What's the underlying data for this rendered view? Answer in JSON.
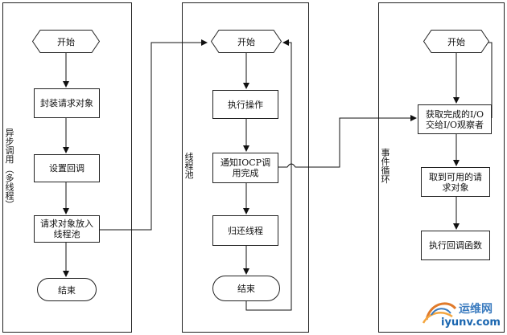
{
  "lanes": {
    "async_call": {
      "label": "异步调用",
      "note": "（多线程）"
    },
    "thread_pool": {
      "label": "线程池"
    },
    "event_loop": {
      "label": "事件循环"
    }
  },
  "lane1": {
    "start": "开始",
    "wrap_request": "封装请求对象",
    "set_callback": "设置回调",
    "put_into_pool": "请求对象放入线程池",
    "end": "结束"
  },
  "lane2": {
    "start": "开始",
    "execute": "执行操作",
    "notify_iocp": "通知IOCP调用完成",
    "return_thread": "归还线程",
    "end": "结束"
  },
  "lane3": {
    "start": "开始",
    "get_completed": "获取完成的I/O交给I/O观察者",
    "get_request": "取到可用的请求对象",
    "run_callback": "执行回调函数"
  },
  "watermark": {
    "brand": "运维网",
    "url": "iyunv.com"
  },
  "colors": {
    "line": "#111111",
    "border": "#222222",
    "watermark": "#1a66b0"
  }
}
